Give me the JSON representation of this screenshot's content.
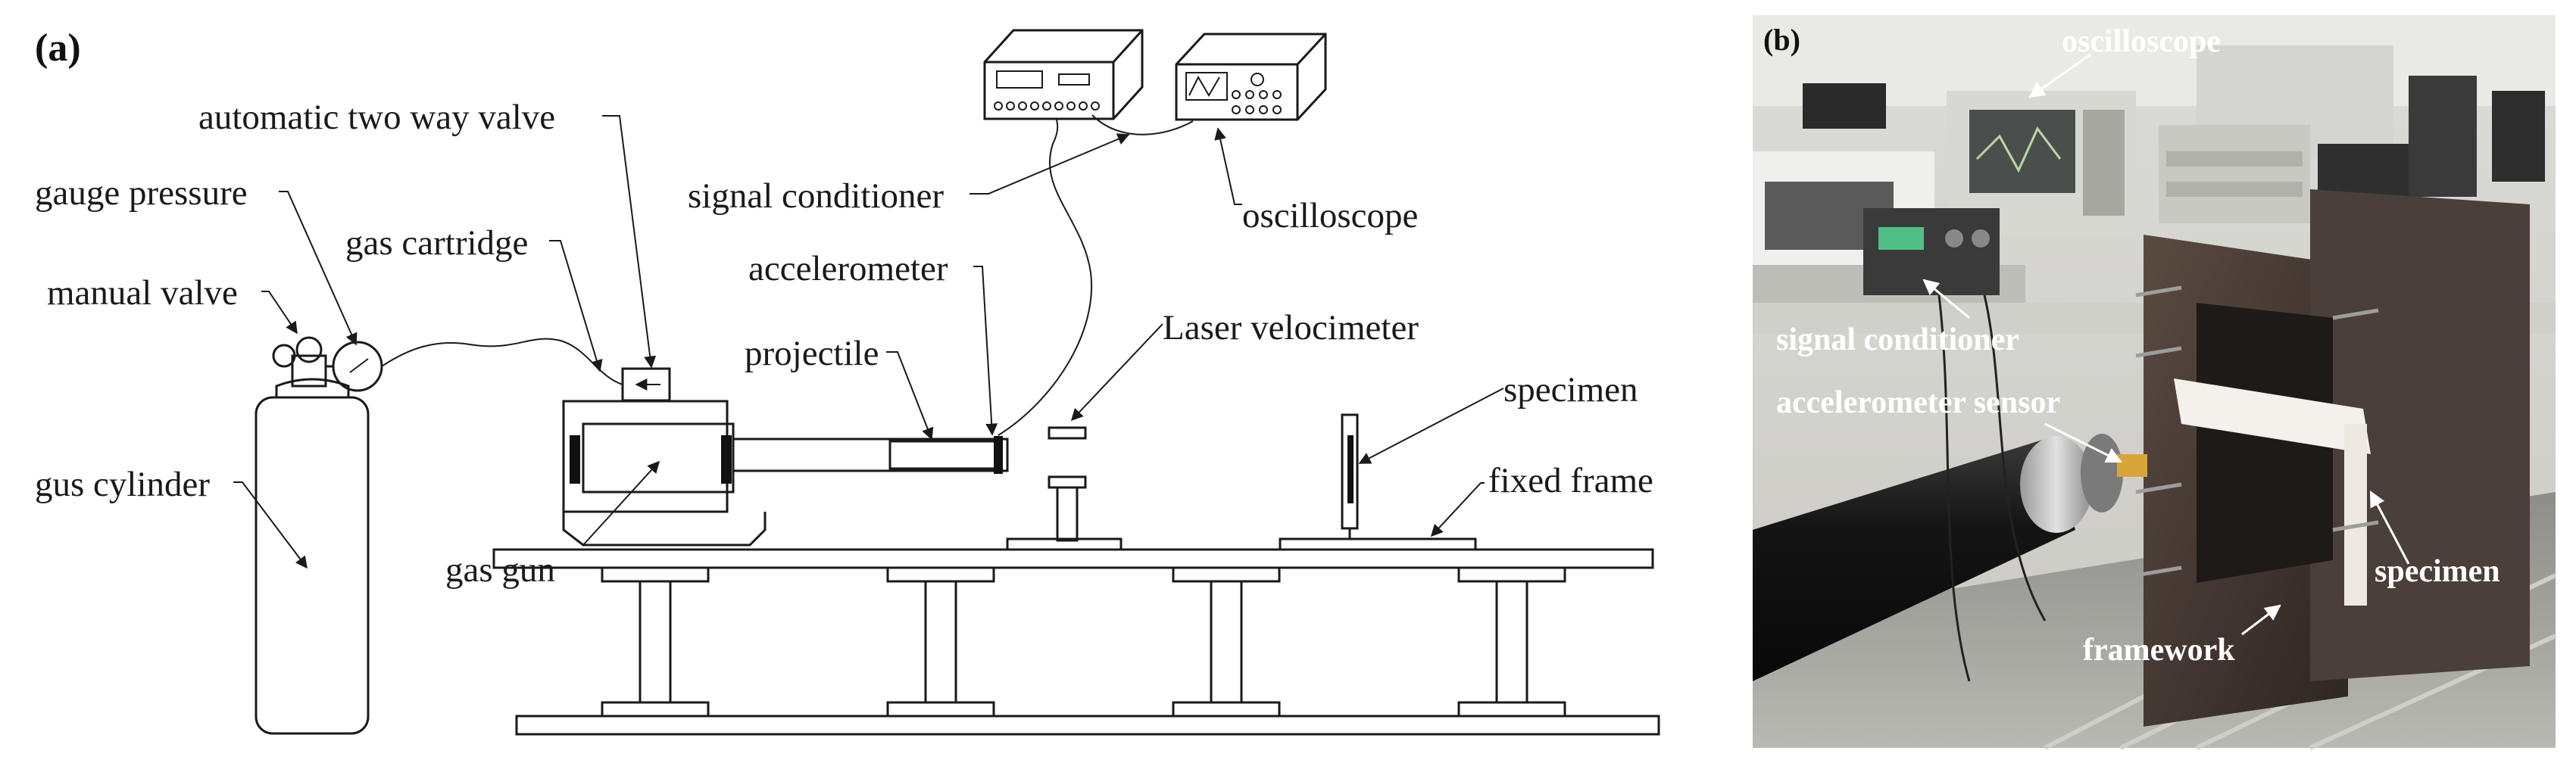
{
  "panel_a": {
    "letter": "(a)",
    "labels": {
      "automatic_two_way_valve": "automatic two way valve",
      "gauge_pressure": "gauge pressure",
      "gas_cartridge": "gas cartridge",
      "manual_valve": "manual valve",
      "gus_cylinder": "gus cylinder",
      "gas_gun": "gas gun",
      "signal_conditioner": "signal conditioner",
      "oscilloscope": "oscilloscope",
      "accelerometer": "accelerometer",
      "projectile": "projectile",
      "laser_velocimeter": "Laser velocimeter",
      "specimen": "specimen",
      "fixed_frame": "fixed frame"
    }
  },
  "panel_b": {
    "letter": "(b)",
    "labels": {
      "oscilloscope": "oscilloscope",
      "signal_conditioner": "signal conditioner",
      "accelerometer_sensor": "accelerometer sensor",
      "specimen": "specimen",
      "framework": "framework"
    }
  },
  "colors": {
    "line": "#1a1a1a",
    "photo_label": "#ffffff"
  }
}
